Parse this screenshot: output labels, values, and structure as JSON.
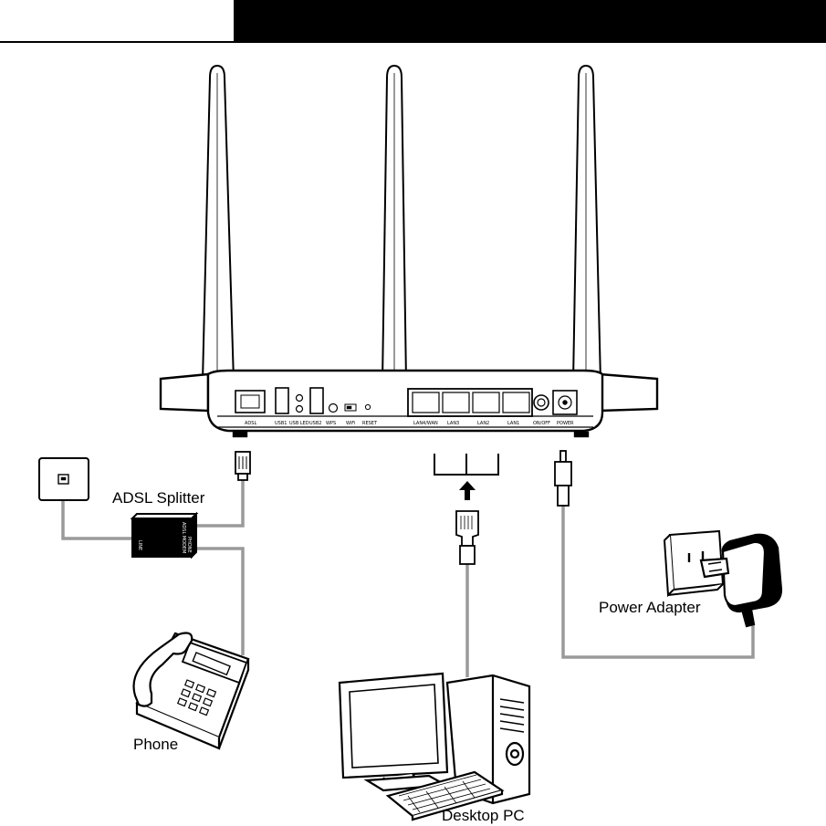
{
  "labels": {
    "splitter": "ADSL Splitter",
    "phone": "Phone",
    "desktop": "Desktop PC",
    "power_adapter": "Power Adapter"
  },
  "ports": {
    "adsl": "ADSL",
    "usb1": "USB1",
    "usb_led": "USB LED",
    "usb2": "USB2",
    "wps": "WPS",
    "wifi": "WiFi",
    "reset": "RESET",
    "lan_wan": "LAN4/WAN",
    "lan3": "LAN3",
    "lan2": "LAN2",
    "lan1": "LAN1",
    "on_off": "ON/OFF",
    "power": "POWER"
  },
  "splitter_text": {
    "line": "LINE",
    "modem": "ADSL MODEM",
    "phone": "PHONE"
  },
  "colors": {
    "header_bar": "#000000",
    "outline": "#000000",
    "cable": "#9a9a9a",
    "body_fill": "#ffffff"
  }
}
